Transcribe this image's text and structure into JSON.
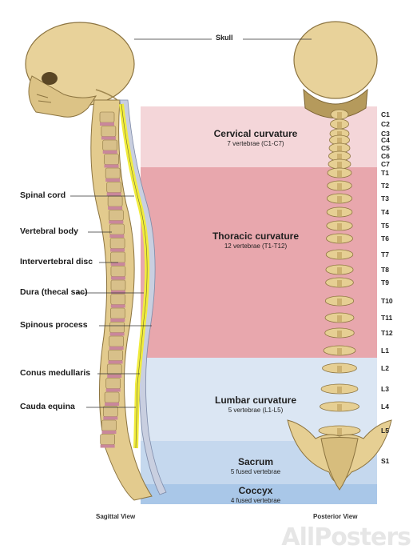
{
  "colors": {
    "cervical": "#f4d6d9",
    "thoracic": "#e8a7ad",
    "lumbar": "#dbe6f3",
    "sacrum": "#c5d8ee",
    "coccyx": "#a9c7e8",
    "bone": "#e6cf93",
    "spinal_cord": "#f1ec3c",
    "disc": "#c9879b"
  },
  "regions": [
    {
      "name": "cervical",
      "title": "Cervical curvature",
      "sub": "7 vertebrae (C1-C7)"
    },
    {
      "name": "thoracic",
      "title": "Thoracic curvature",
      "sub": "12 vertebrae (T1-T12)"
    },
    {
      "name": "lumbar",
      "title": "Lumbar curvature",
      "sub": "5 vertebrae (L1-L5)"
    },
    {
      "name": "sacrum",
      "title": "Sacrum",
      "sub": "5 fused vertebrae"
    },
    {
      "name": "coccyx",
      "title": "Coccyx",
      "sub": "4 fused vertebrae"
    }
  ],
  "callouts": {
    "skull": "Skull",
    "spinal_cord": "Spinal cord",
    "vertebral_body": "Vertebral body",
    "intervertebral_disc": "Intervertebral disc",
    "dura": "Dura (thecal sac)",
    "spinous_process": "Spinous process",
    "conus_medullaris": "Conus medullaris",
    "cauda_equina": "Cauda equina"
  },
  "vertebra_labels": [
    "C1",
    "C2",
    "C3",
    "C4",
    "C5",
    "C6",
    "C7",
    "T1",
    "T2",
    "T3",
    "T4",
    "T5",
    "T6",
    "T7",
    "T8",
    "T9",
    "T10",
    "T11",
    "T12",
    "L1",
    "L2",
    "L3",
    "L4",
    "L5",
    "S1"
  ],
  "captions": {
    "sagittal": "Sagittal View",
    "posterior": "Posterior View"
  },
  "watermark": "AllPosters"
}
